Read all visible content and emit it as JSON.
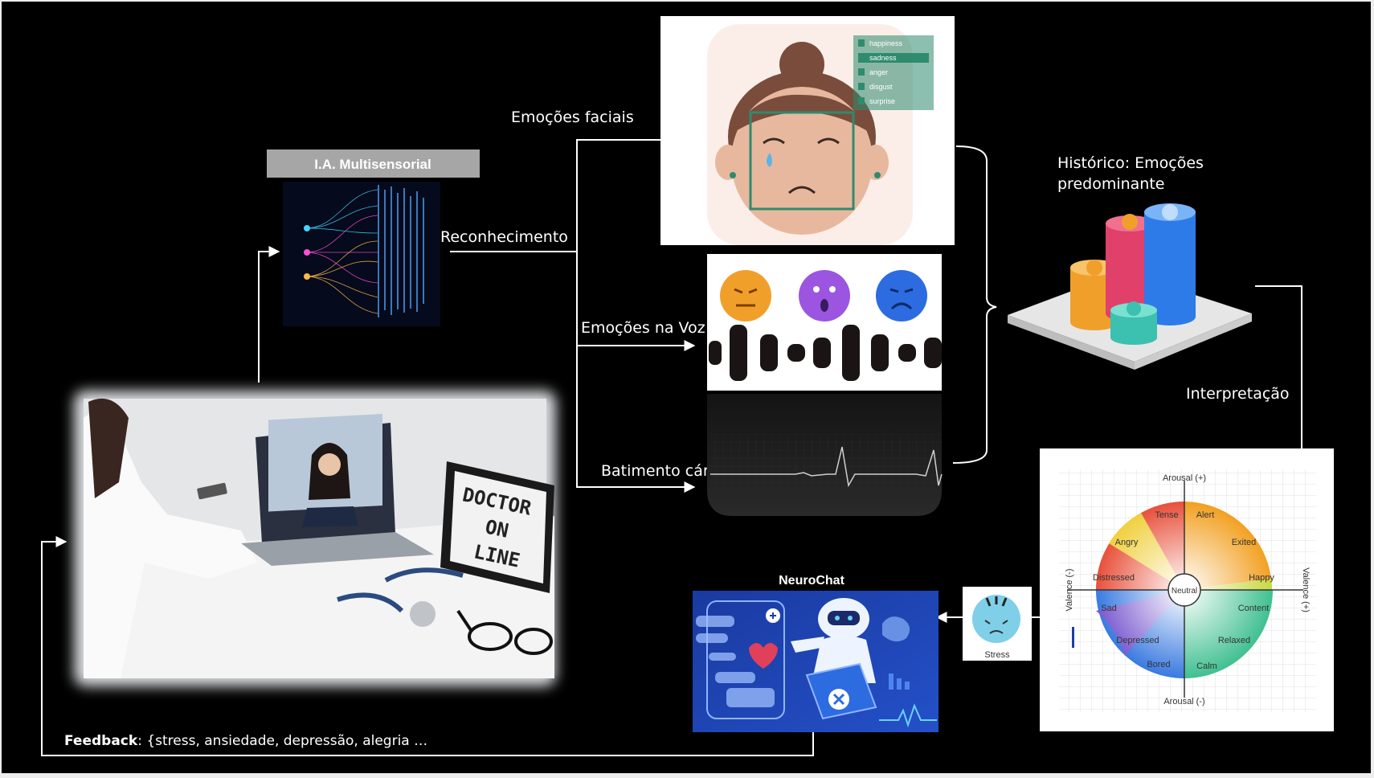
{
  "labels": {
    "ia_multisensorial": "I.A. Multisensorial",
    "reconhecimento": "Reconhecimento",
    "emocoes_faciais": "Emoções  faciais",
    "emocoes_voz": "Emoções na Voz",
    "batimento": "Batimento cárdio",
    "historico_line1": "Histórico: Emoções",
    "historico_line2": "predominante",
    "interpretacao": "Interpretação",
    "neurochat": "NeuroChat",
    "stress": "Stress",
    "feedback_bold": "Feedback",
    "feedback_rest": ": {stress, ansiedade, depressão, alegria …"
  },
  "emotion_list": [
    "happiness",
    "sadness",
    "anger",
    "disgust",
    "surprise"
  ],
  "lightbox": [
    "DOCTOR",
    "ON",
    "LINE"
  ],
  "circumplex": {
    "axes": {
      "arousal_pos": "Arousal (+)",
      "arousal_neg": "Arousal (-)",
      "valence_neg": "Valence (-)",
      "valence_pos": "Valence (+)"
    },
    "center": "Neutral",
    "emotions": {
      "tense": "Tense",
      "alert": "Alert",
      "angry": "Angry",
      "excited": "Exited",
      "distressed": "Distressed",
      "happy": "Happy",
      "sad": "Sad",
      "content": "Content",
      "depressed": "Depressed",
      "relaxed": "Relaxed",
      "bored": "Bored",
      "calm": "Calm"
    }
  },
  "colors": {
    "background": "#000000",
    "connector": "#ffffff",
    "ia_banner": "#a6a6a6",
    "neurochat_bg": "#1b3ea8",
    "emotion_box": "#2e8b6e"
  }
}
